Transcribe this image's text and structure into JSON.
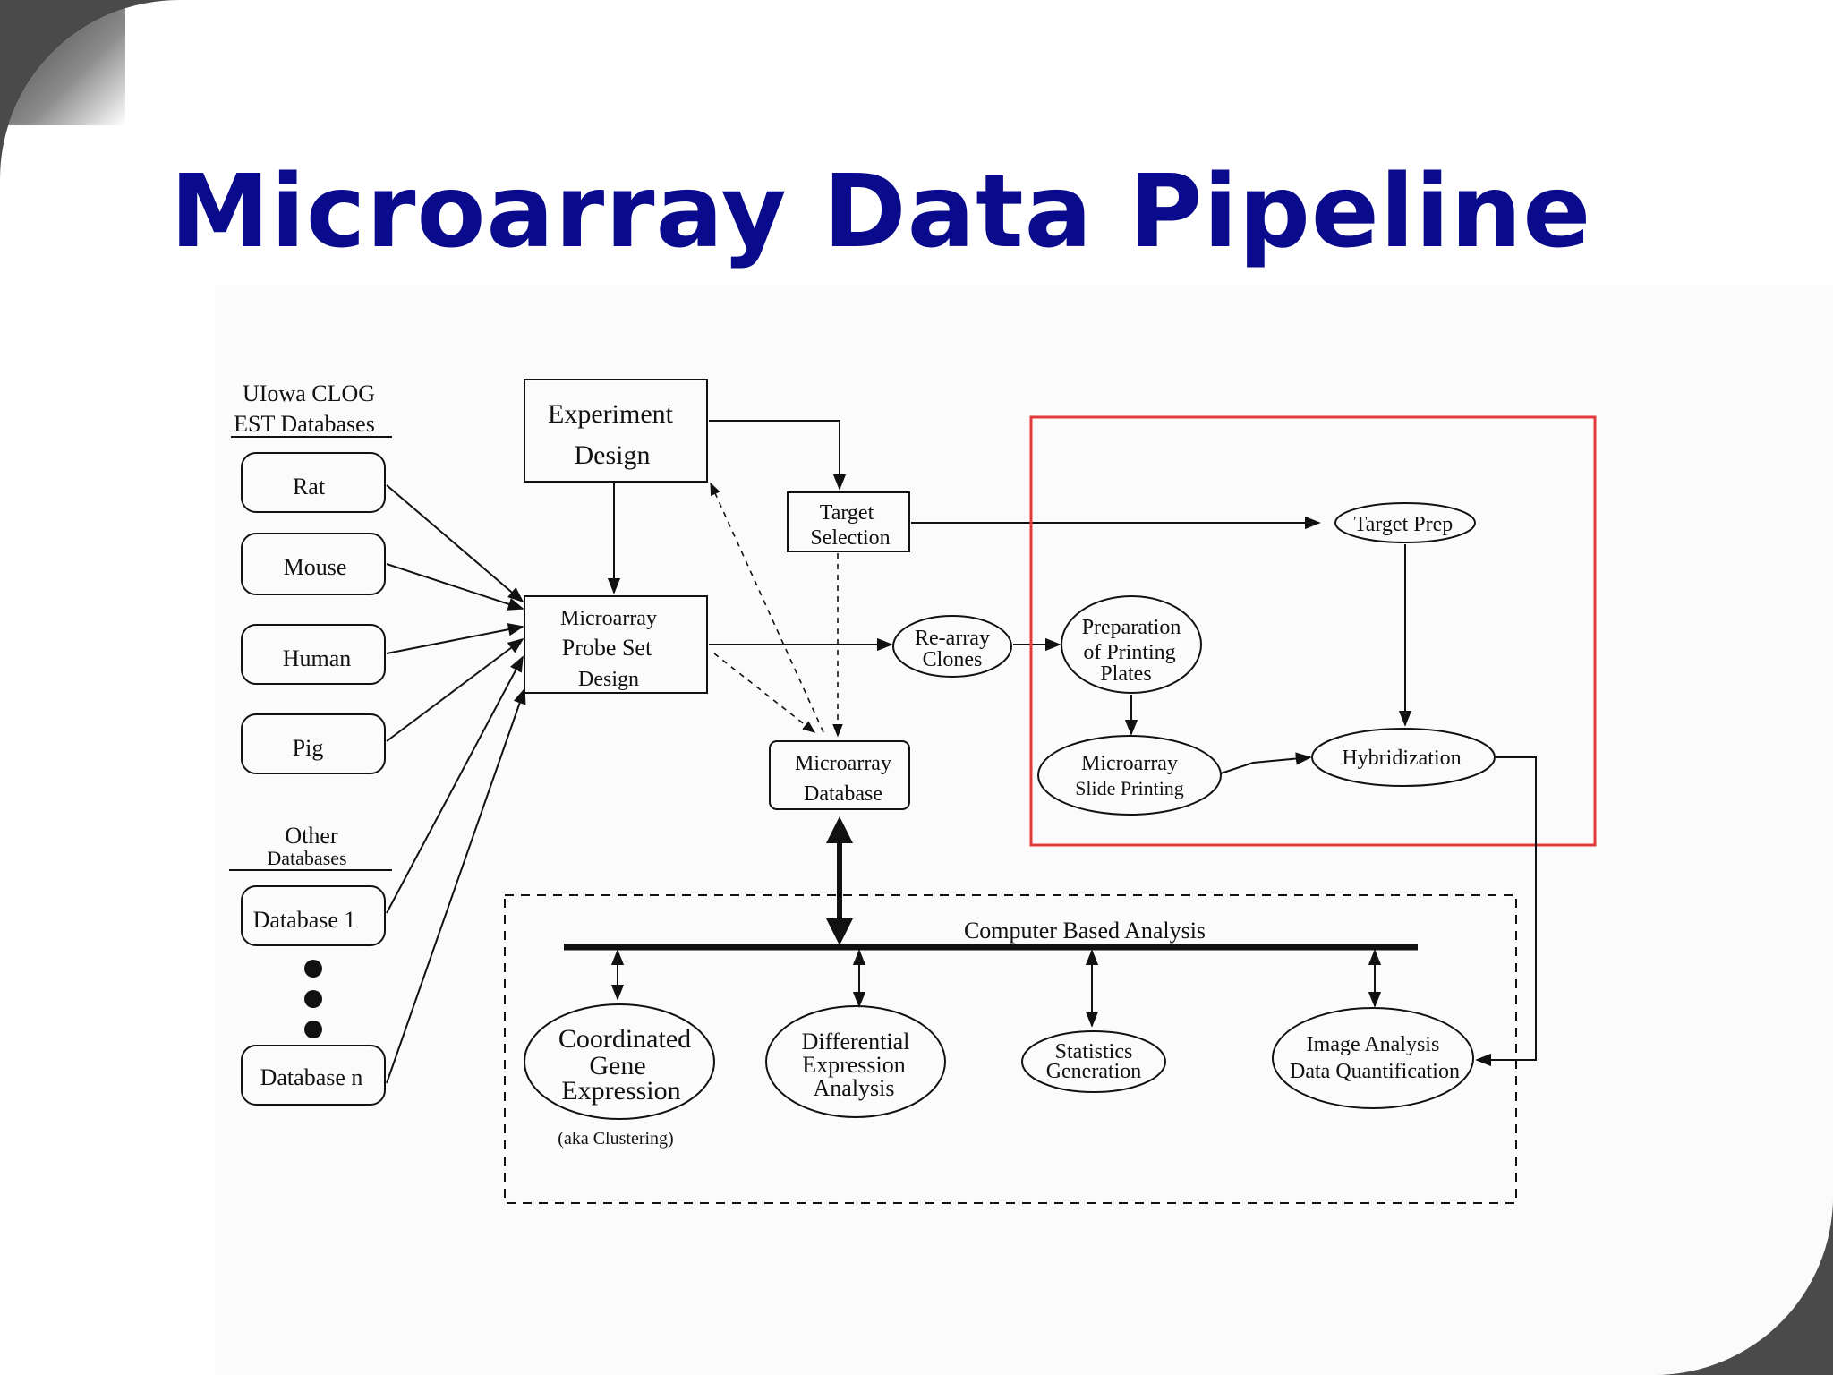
{
  "slide": {
    "title": "Microarray Data Pipeline"
  },
  "diagram": {
    "est_header": [
      "UIowa CLOG",
      "EST Databases"
    ],
    "est_dbs": [
      "Rat",
      "Mouse",
      "Human",
      "Pig"
    ],
    "other_header": [
      "Other",
      "Databases"
    ],
    "other_dbs": [
      "Database 1",
      "Database n"
    ],
    "experiment_design": [
      "Experiment",
      "Design"
    ],
    "probe_set_design": [
      "Microarray",
      "Probe Set",
      "Design"
    ],
    "target_selection": [
      "Target",
      "Selection"
    ],
    "microarray_database": [
      "Microarray",
      "Database"
    ],
    "rearray_clones": [
      "Re-array",
      "Clones"
    ],
    "prep_printing_plates": [
      "Preparation",
      "of Printing",
      "Plates"
    ],
    "slide_printing": [
      "Microarray",
      "Slide Printing"
    ],
    "target_prep": "Target Prep",
    "hybridization": "Hybridization",
    "analysis_label": "Computer Based Analysis",
    "coordinated_gene_expression": [
      "Coordinated",
      "Gene",
      "Expression"
    ],
    "clustering_note": "(aka Clustering)",
    "differential_expression": [
      "Differential",
      "Expression",
      "Analysis"
    ],
    "statistics_generation": [
      "Statistics",
      "Generation"
    ],
    "image_analysis": [
      "Image Analysis",
      "Data Quantification"
    ],
    "highlight_color": "#e03a3a",
    "title_color": "#0a0a8c"
  }
}
